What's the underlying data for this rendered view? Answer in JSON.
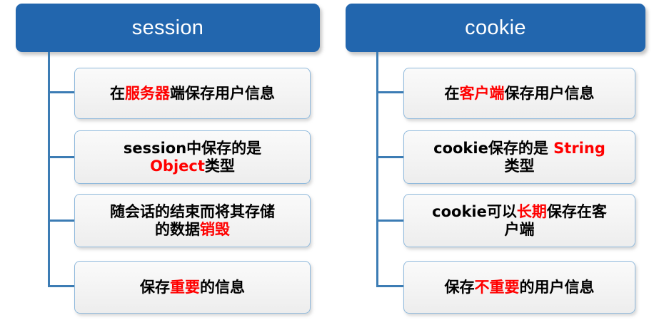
{
  "diagram": {
    "type": "comparison-tree",
    "accent_color": "#2266AE",
    "connector_color": "#3C7CB4",
    "highlight_color": "#FF0000",
    "box_border_color": "#8FB9DC",
    "box_fill_color": "#F4F4F4",
    "columns": [
      {
        "id": "session",
        "title": "session",
        "items": [
          {
            "id": "session-item-1",
            "segments": [
              {
                "text": "在",
                "highlight": false
              },
              {
                "text": "服务器",
                "highlight": true
              },
              {
                "text": "端保存用户信息",
                "highlight": false
              }
            ],
            "plain_text": "在服务器端保存用户信息"
          },
          {
            "id": "session-item-2",
            "segments": [
              {
                "text": "session中保存的是\n",
                "highlight": false
              },
              {
                "text": "Object",
                "highlight": true
              },
              {
                "text": "类型",
                "highlight": false
              }
            ],
            "plain_text": "session中保存的是 Object类型"
          },
          {
            "id": "session-item-3",
            "segments": [
              {
                "text": "随会话的结束而将其存储\n的数据",
                "highlight": false
              },
              {
                "text": "销毁",
                "highlight": true
              }
            ],
            "plain_text": "随会话的结束而将其存储的数据销毁"
          },
          {
            "id": "session-item-4",
            "segments": [
              {
                "text": "保存",
                "highlight": false
              },
              {
                "text": "重要",
                "highlight": true
              },
              {
                "text": "的信息",
                "highlight": false
              }
            ],
            "plain_text": "保存重要的信息"
          }
        ]
      },
      {
        "id": "cookie",
        "title": "cookie",
        "items": [
          {
            "id": "cookie-item-1",
            "segments": [
              {
                "text": "在",
                "highlight": false
              },
              {
                "text": "客户端",
                "highlight": true
              },
              {
                "text": "保存用户信息",
                "highlight": false
              }
            ],
            "plain_text": "在客户端保存用户信息"
          },
          {
            "id": "cookie-item-2",
            "segments": [
              {
                "text": "cookie保存的是 ",
                "highlight": false
              },
              {
                "text": "String",
                "highlight": true
              },
              {
                "text": "\n类型",
                "highlight": false
              }
            ],
            "plain_text": "cookie保存的是 String 类型"
          },
          {
            "id": "cookie-item-3",
            "segments": [
              {
                "text": "cookie可以",
                "highlight": false
              },
              {
                "text": "长期",
                "highlight": true
              },
              {
                "text": "保存在客\n户端",
                "highlight": false
              }
            ],
            "plain_text": "cookie可以长期保存在客户端"
          },
          {
            "id": "cookie-item-4",
            "segments": [
              {
                "text": "保存",
                "highlight": false
              },
              {
                "text": "不重要",
                "highlight": true
              },
              {
                "text": "的用户信息",
                "highlight": false
              }
            ],
            "plain_text": "保存不重要的用户信息"
          }
        ]
      }
    ]
  }
}
